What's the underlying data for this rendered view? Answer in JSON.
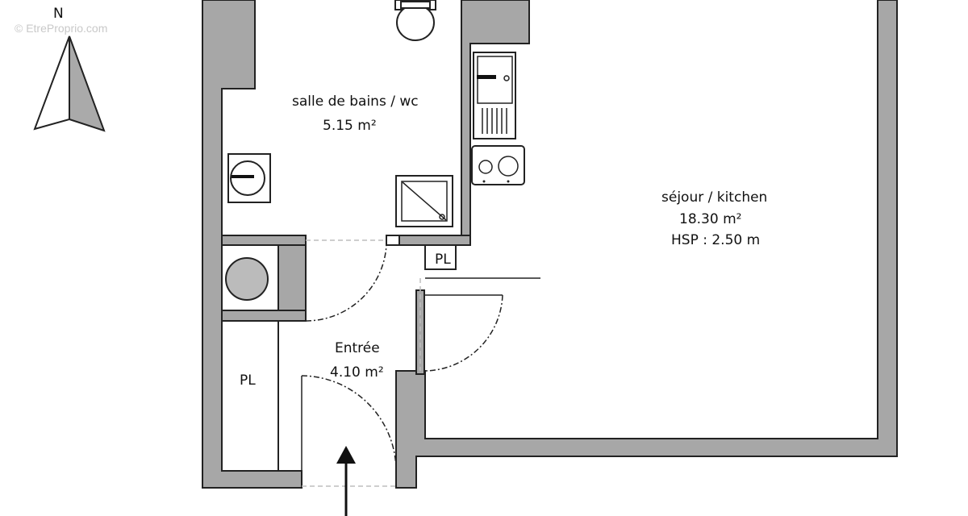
{
  "watermark": "© EtreProprio.com",
  "compass": {
    "label": "N"
  },
  "rooms": {
    "bathroom": {
      "name": "salle de bains / wc",
      "area": "5.15 m²"
    },
    "living": {
      "name": "séjour / kitchen",
      "area": "18.30 m²",
      "ceiling": "HSP : 2.50 m"
    },
    "entry": {
      "name": "Entrée",
      "area": "4.10 m²"
    }
  },
  "closets": {
    "small": "PL",
    "large": "PL"
  },
  "colors": {
    "wall": "#a7a7a7",
    "outline": "#222222",
    "background": "#ffffff"
  }
}
